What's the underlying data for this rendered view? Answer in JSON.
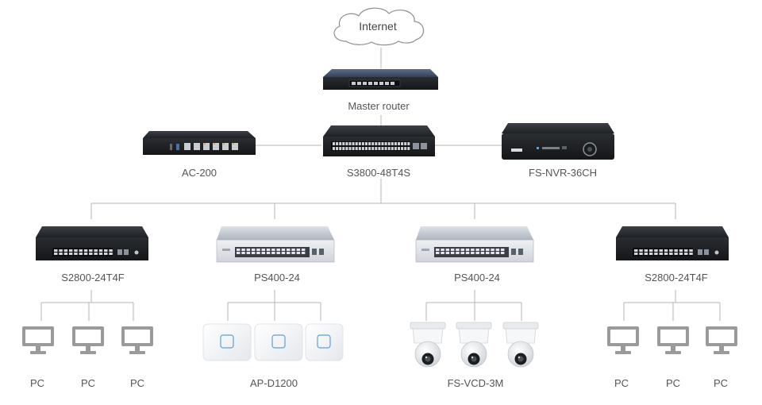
{
  "diagram": {
    "internet": {
      "label": "Internet"
    },
    "master_router": {
      "label": "Master router"
    },
    "core_switch": {
      "label": "S3800-48T4S"
    },
    "controller": {
      "label": "AC-200"
    },
    "nvr": {
      "label": "FS-NVR-36CH"
    },
    "access_switches": [
      {
        "label": "S2800-24T4F",
        "style": "dark"
      },
      {
        "label": "PS400-24",
        "style": "silver"
      },
      {
        "label": "PS400-24",
        "style": "silver"
      },
      {
        "label": "S2800-24T4F",
        "style": "dark"
      }
    ],
    "endpoint_groups": [
      {
        "type": "pc-icon",
        "labels": [
          "PC",
          "PC",
          "PC"
        ]
      },
      {
        "type": "access-point-icon",
        "group_label": "AP-D1200"
      },
      {
        "type": "dome-camera-icon",
        "group_label": "FS-VCD-3M"
      },
      {
        "type": "pc-icon",
        "labels": [
          "PC",
          "PC",
          "PC"
        ]
      }
    ],
    "colors": {
      "line": "#b5b5b5",
      "device_dark": "#2b2f34",
      "device_silver": "#c9ced6",
      "pc_icon": "#9a9a9a"
    }
  }
}
